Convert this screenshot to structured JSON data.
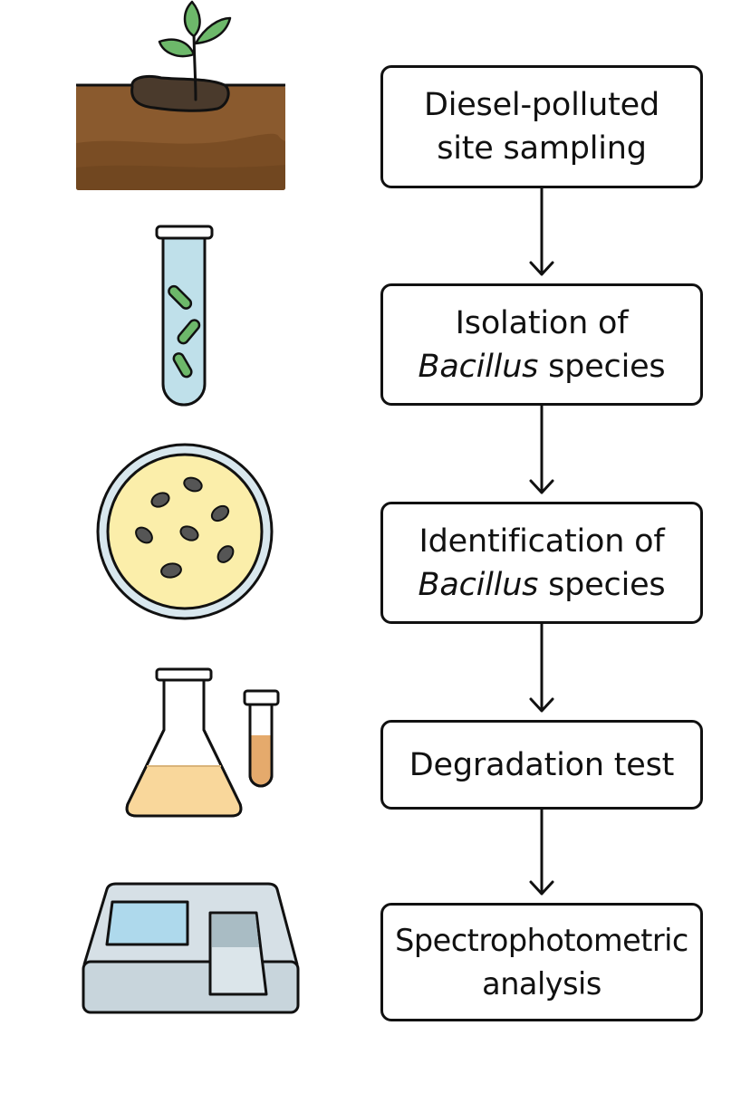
{
  "steps": [
    {
      "line1": "Diesel-polluted",
      "line2": "site sampling"
    },
    {
      "line1": "Isolation of",
      "line2_italic": "Bacillus",
      "line2_rest": " species"
    },
    {
      "line1": "Identification of",
      "line2_italic": "Bacillus",
      "line2_rest": " species"
    },
    {
      "line1": "Degradation test"
    },
    {
      "line1": "Spectrophotometric",
      "line2": "analysis"
    }
  ],
  "icons": [
    "soil-with-seedling-icon",
    "test-tube-with-bacteria-icon",
    "petri-dish-icon",
    "flask-and-test-tube-icon",
    "spectrophotometer-icon"
  ],
  "colors": {
    "outline": "#111111",
    "soil": "#8a5a2e",
    "leaf": "#6db86a",
    "tube_liquid": "#bfe0ea",
    "agar": "#fbeeaa",
    "flask_liquid": "#f9d79b",
    "tube_orange": "#e5aa6c",
    "instrument": "#d6e0e6",
    "screen": "#aed9ec"
  }
}
